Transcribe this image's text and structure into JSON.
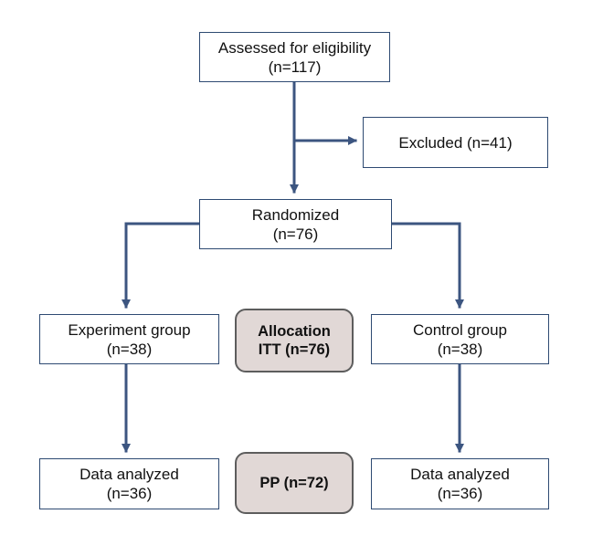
{
  "colors": {
    "arrow": "#3c5580",
    "box_border": "#2e4a72",
    "highlight_fill": "#e1d8d6",
    "highlight_border": "#5d5d5d"
  },
  "nodes": {
    "assessed": {
      "label": "Assessed for eligibility",
      "count": "(n=117)"
    },
    "excluded": {
      "label": "Excluded (n=41)"
    },
    "randomized": {
      "label": "Randomized",
      "count": "(n=76)"
    },
    "experiment": {
      "label": "Experiment group",
      "count": "(n=38)"
    },
    "allocation": {
      "label": "Allocation",
      "count": "ITT (n=76)"
    },
    "control": {
      "label": "Control group",
      "count": "(n=38)"
    },
    "analyzed_experiment": {
      "label": "Data analyzed",
      "count": "(n=36)"
    },
    "pp": {
      "label": "PP (n=72)"
    },
    "analyzed_control": {
      "label": "Data analyzed",
      "count": "(n=36)"
    }
  }
}
